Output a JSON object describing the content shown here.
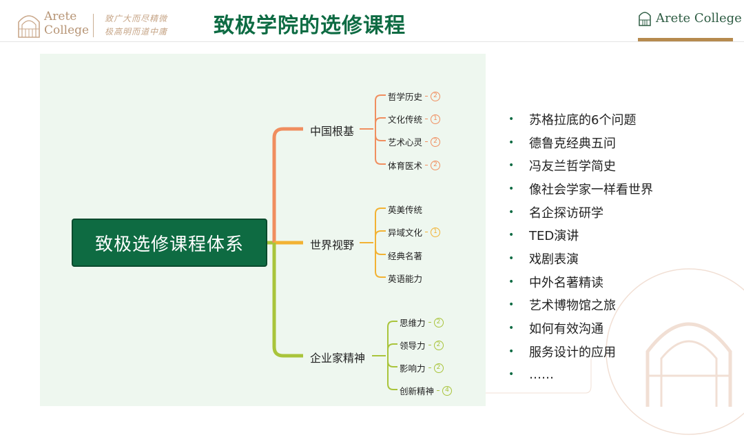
{
  "header": {
    "logo_line1": "Arete",
    "logo_line2": "College",
    "motto_line1": "致广大而尽精微",
    "motto_line2": "极高明而道中庸",
    "title": "致极学院的选修课程",
    "brand_right": "Arete College"
  },
  "mindmap": {
    "root": "致极选修课程体系",
    "branches": [
      {
        "label": "中国根基",
        "color": "#f08e5f",
        "leaves": [
          {
            "label": "哲学历史",
            "badge": "2"
          },
          {
            "label": "文化传统",
            "badge": "1"
          },
          {
            "label": "艺术心灵",
            "badge": "2"
          },
          {
            "label": "体育医术",
            "badge": "2"
          }
        ]
      },
      {
        "label": "世界视野",
        "color": "#f2b233",
        "leaves": [
          {
            "label": "英美传统",
            "badge": ""
          },
          {
            "label": "异域文化",
            "badge": "1"
          },
          {
            "label": "经典名著",
            "badge": ""
          },
          {
            "label": "英语能力",
            "badge": ""
          }
        ]
      },
      {
        "label": "企业家精神",
        "color": "#a9c43b",
        "leaves": [
          {
            "label": "思维力",
            "badge": "2"
          },
          {
            "label": "领导力",
            "badge": "2"
          },
          {
            "label": "影响力",
            "badge": "2"
          },
          {
            "label": "创新精神",
            "badge": "4"
          }
        ]
      }
    ]
  },
  "topics": [
    "苏格拉底的6个问题",
    "德鲁克经典五问",
    "冯友兰哲学简史",
    "像社会学家一样看世界",
    "名企探访研学",
    "TED演讲",
    "戏剧表演",
    "中外名著精读",
    "艺术博物馆之旅",
    "如何有效沟通",
    "服务设计的应用",
    "……"
  ],
  "colors": {
    "title_green": "#0d6b43",
    "root_fill": "#0e6b42",
    "panel_bg": "#eef7ef",
    "gold": "#b68a4e"
  }
}
